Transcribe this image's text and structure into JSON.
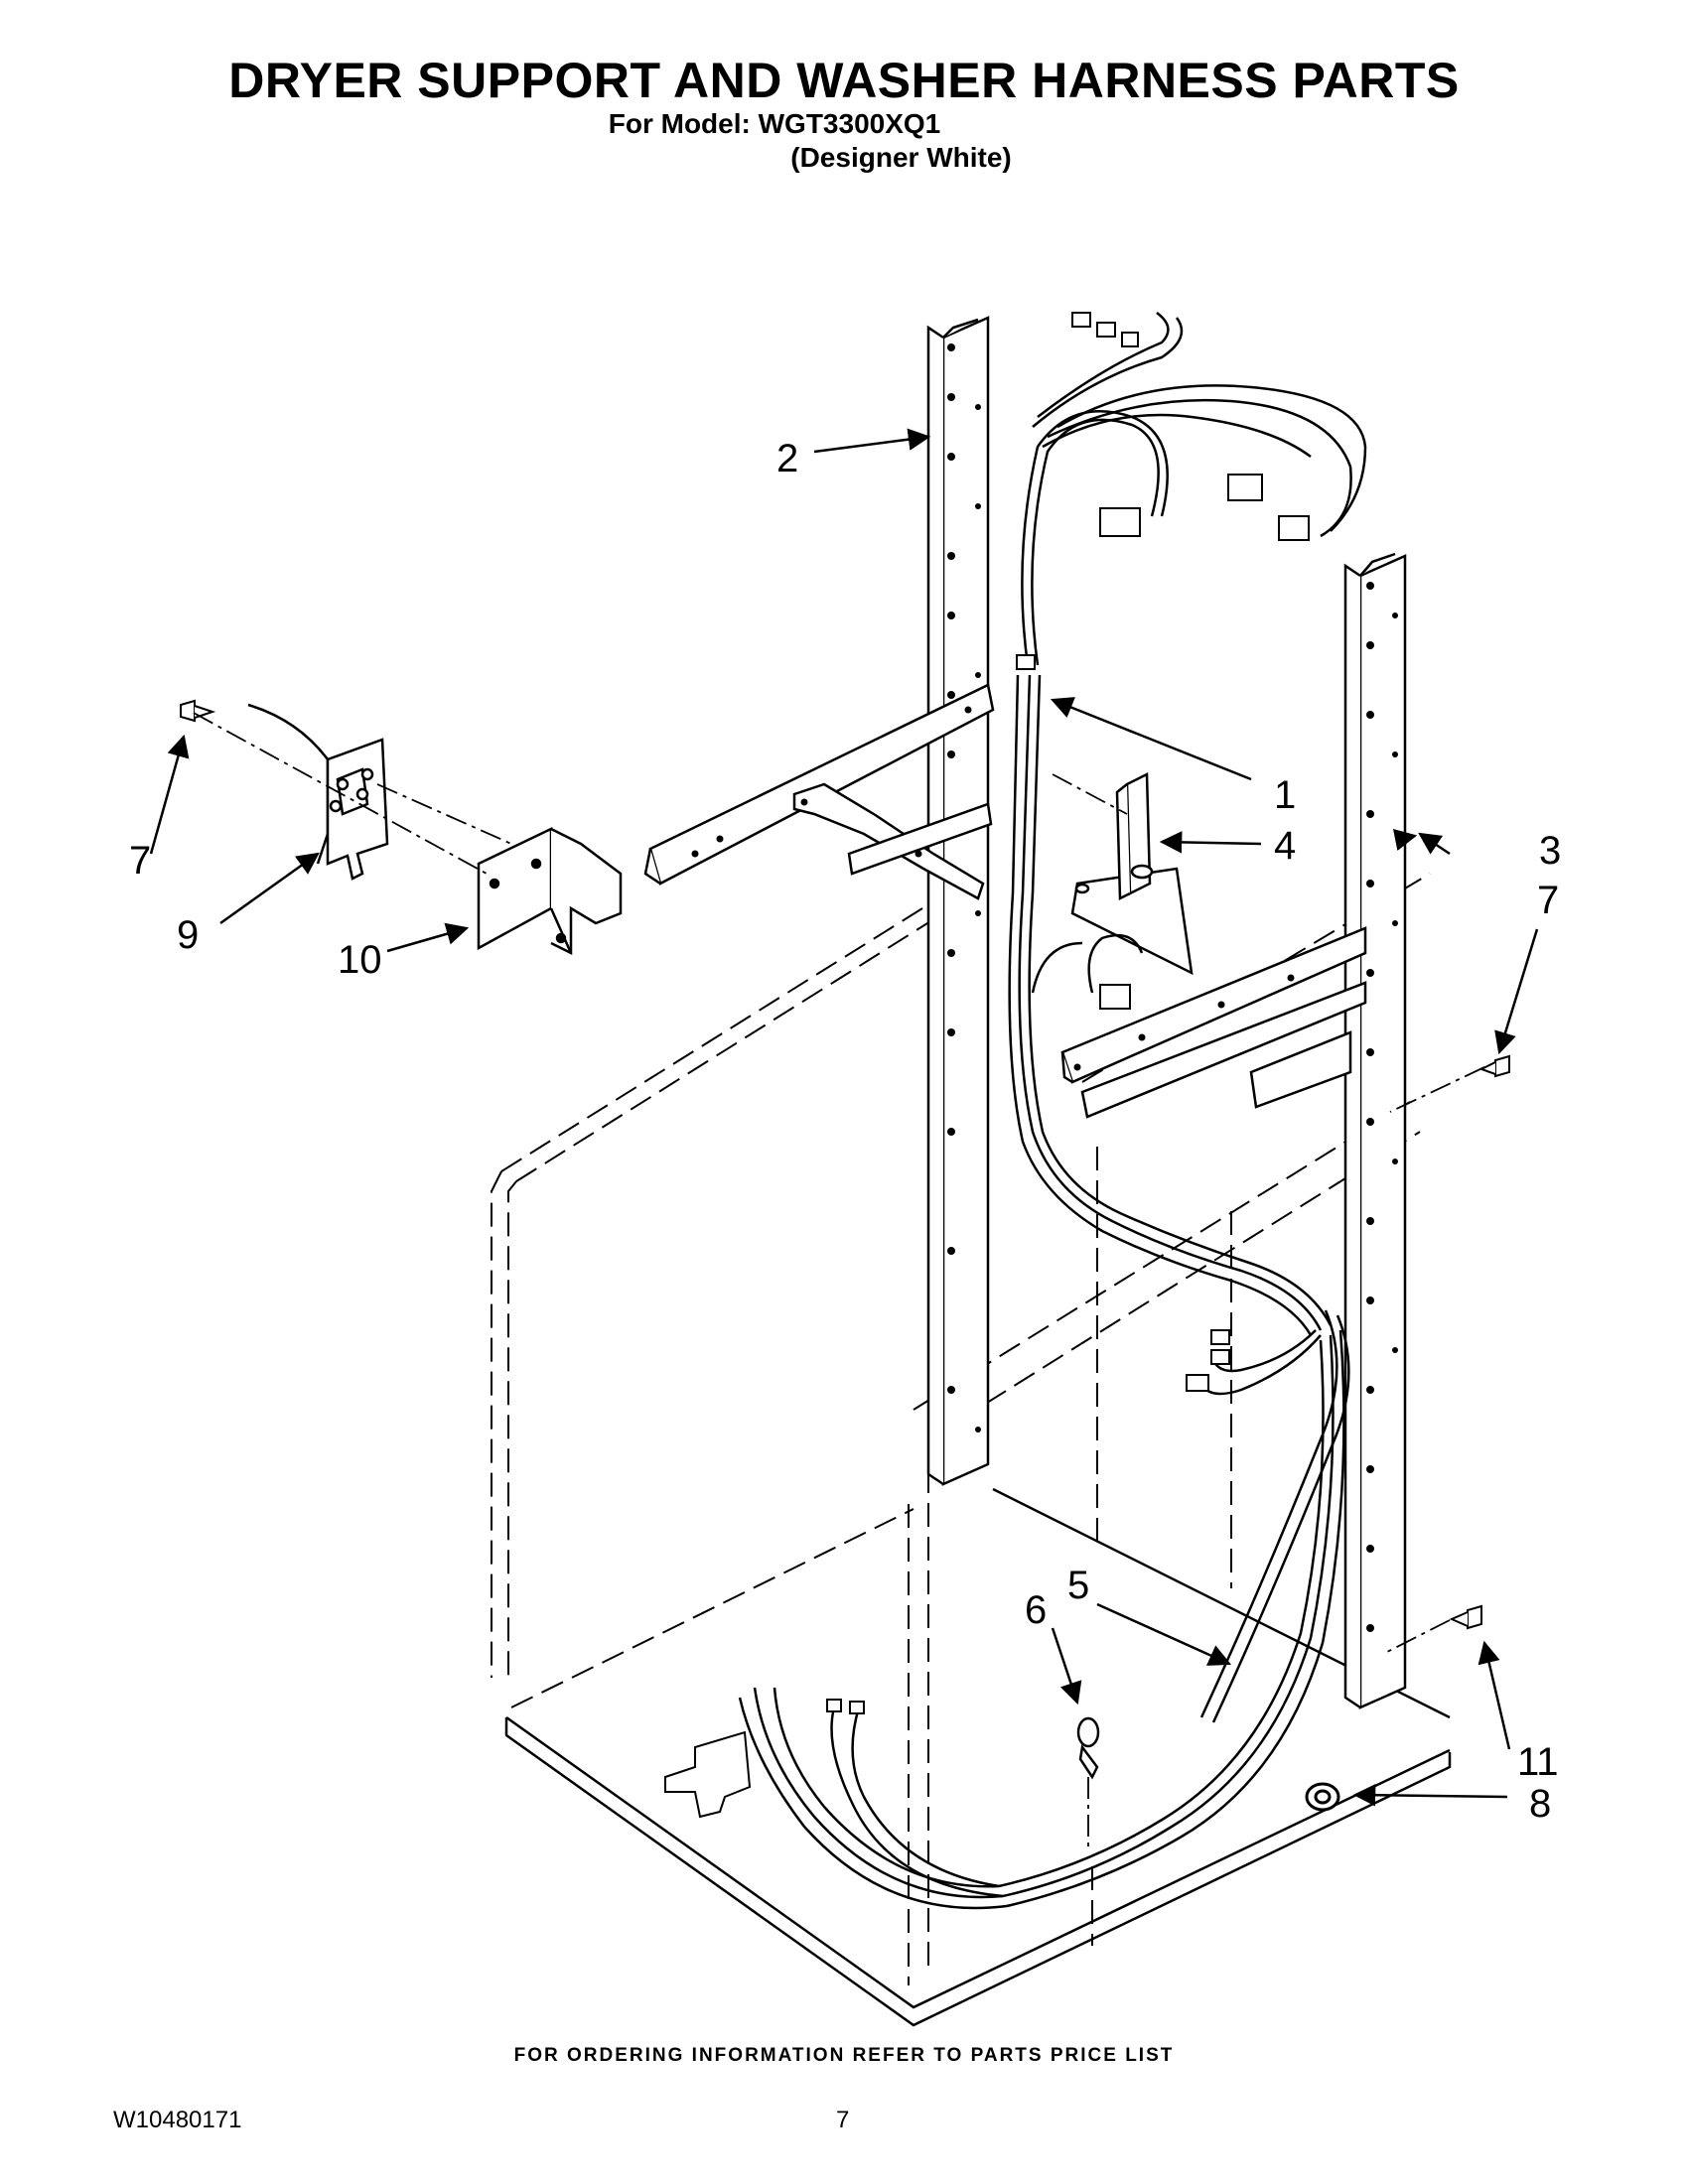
{
  "header": {
    "title": "DRYER SUPPORT AND WASHER HARNESS PARTS",
    "model_line": "For Model: WGT3300XQ1",
    "color_line": "(Designer White)"
  },
  "diagram": {
    "callouts": [
      "1",
      "2",
      "3",
      "4",
      "5",
      "6",
      "7",
      "7",
      "8",
      "9",
      "10",
      "11"
    ]
  },
  "footer": {
    "ordering_info": "FOR ORDERING INFORMATION REFER TO PARTS PRICE LIST",
    "document_number": "W10480171",
    "page_number": "7"
  }
}
